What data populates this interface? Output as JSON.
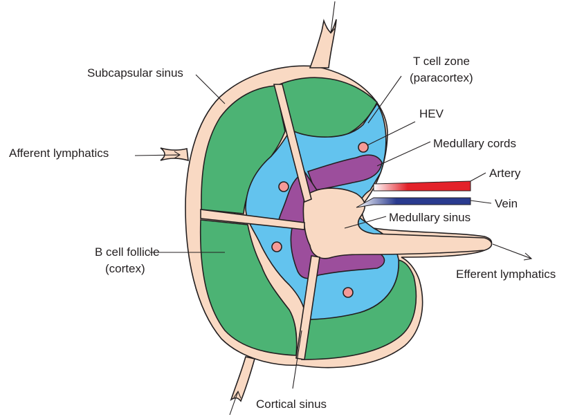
{
  "diagram": {
    "labels": {
      "subcapsular_sinus": "Subcapsular sinus",
      "afferent_lymphatics": "Afferent lymphatics",
      "t_cell_zone_line1": "T cell zone",
      "t_cell_zone_line2": "(paracortex)",
      "hev": "HEV",
      "medullary_cords": "Medullary cords",
      "artery": "Artery",
      "vein": "Vein",
      "medullary_sinus": "Medullary sinus",
      "b_cell_follicle_line1": "B cell follicle",
      "b_cell_follicle_line2": "(cortex)",
      "efferent_lymphatics": "Efferent lymphatics",
      "cortical_sinus": "Cortical sinus"
    },
    "colors": {
      "sinus_fill": "#f9d9c3",
      "follicle_green": "#4cb374",
      "paracortex_blue": "#63c3ee",
      "medullary_cord_purple": "#9c4e9c",
      "hev_pink": "#f59a97",
      "artery_red": "#e3222a",
      "vein_blue": "#2a3b8f",
      "outline": "#231f20"
    }
  }
}
